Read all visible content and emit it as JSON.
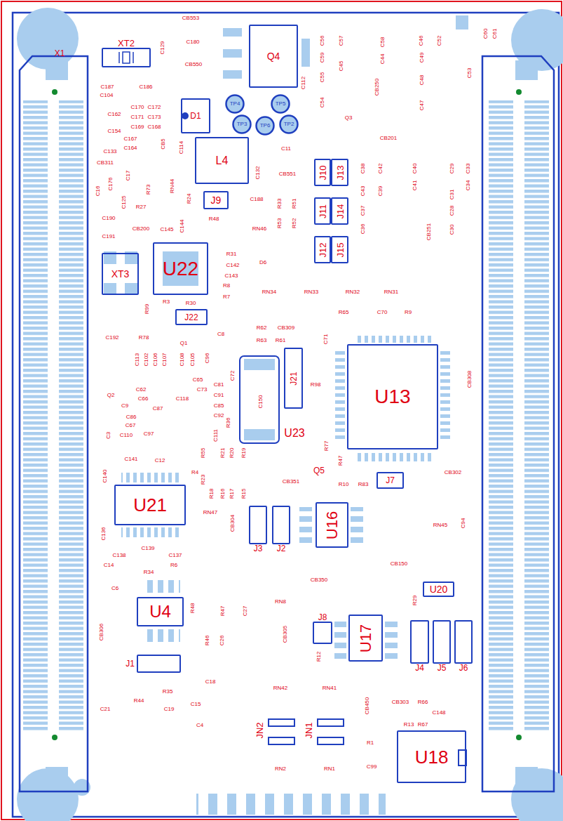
{
  "diagram": {
    "nodes": [
      {
        "text": [
          "XT2"
        ]
      },
      {
        "text": [
          "Q4"
        ]
      },
      {
        "text": [
          "D1"
        ]
      },
      {
        "text": [
          "TP4"
        ]
      },
      {
        "text": [
          "TP5"
        ]
      },
      {
        "text": [
          "TP3"
        ]
      },
      {
        "text": [
          "TP6"
        ]
      },
      {
        "text": [
          "TP2"
        ]
      },
      {
        "text": [
          "L4"
        ]
      },
      {
        "text": [
          "J10"
        ]
      },
      {
        "text": [
          "J13"
        ]
      },
      {
        "text": [
          "J11"
        ]
      },
      {
        "text": [
          "J14"
        ]
      },
      {
        "text": [
          "J12"
        ]
      },
      {
        "text": [
          "J15"
        ]
      },
      {
        "text": [
          "J9"
        ]
      },
      {
        "text": [
          "U22"
        ]
      },
      {
        "text": [
          "XT3"
        ]
      },
      {
        "text": [
          "J22"
        ]
      },
      {
        "text": [
          "U13"
        ]
      },
      {
        "text": [
          "J21"
        ]
      },
      {
        "text": [
          "J7"
        ]
      },
      {
        "text": [
          "U21"
        ]
      },
      {
        "text": [
          "U16"
        ]
      },
      {
        "text": [
          "J3"
        ]
      },
      {
        "text": [
          "J2"
        ]
      },
      {
        "text": [
          "U20"
        ]
      },
      {
        "text": [
          "U4"
        ]
      },
      {
        "text": [
          "J8"
        ]
      },
      {
        "text": [
          "U17"
        ]
      },
      {
        "text": [
          "J4"
        ]
      },
      {
        "text": [
          "J5"
        ]
      },
      {
        "text": [
          "J6"
        ]
      },
      {
        "text": [
          "J1"
        ]
      },
      {
        "text": [
          "U18"
        ]
      }
    ],
    "labels": [
      "X1",
      "CB553",
      "C129",
      "C180",
      "CB550",
      "C187",
      "C186",
      "C104",
      "C56",
      "C57",
      "C58",
      "C46",
      "C52",
      "C60",
      "C61",
      "C59",
      "C45",
      "C44",
      "C49",
      "C55",
      "C53",
      "C48",
      "C112",
      "CB250",
      "C54",
      "C47",
      "C162",
      "C154",
      "C170",
      "C172",
      "C171",
      "C173",
      "C169",
      "C168",
      "C167",
      "C164",
      "CB5",
      "C114",
      "Q3",
      "CB201",
      "C133",
      "CB311",
      "C17",
      "C176",
      "C16",
      "C125",
      "R73",
      "RN44",
      "R24",
      "C132",
      "C11",
      "CB551",
      "C188",
      "C38",
      "C42",
      "C40",
      "C29",
      "C33",
      "C41",
      "C34",
      "C43",
      "C39",
      "C31",
      "C37",
      "C28",
      "C36",
      "C30",
      "CB251",
      "R33",
      "R51",
      "R53",
      "R52",
      "R27",
      "CB200",
      "C190",
      "C191",
      "R48",
      "RN46",
      "C145",
      "C144",
      "R31",
      "C142",
      "C143",
      "R8",
      "R7",
      "D6",
      "RN34",
      "RN33",
      "RN32",
      "RN31",
      "R3",
      "R30",
      "R99",
      "R65",
      "C70",
      "R9",
      "C192",
      "R78",
      "Q1",
      "C8",
      "R62",
      "CB309",
      "R63",
      "R61",
      "C71",
      "C113",
      "C102",
      "C106",
      "C107",
      "C108",
      "C105",
      "C96",
      "C72",
      "C150",
      "R98",
      "CB308",
      "Q2",
      "C62",
      "C66",
      "C65",
      "C81",
      "C73",
      "C118",
      "C91",
      "C85",
      "C92",
      "C9",
      "C86",
      "C67",
      "C87",
      "R36",
      "C110",
      "C97",
      "C111",
      "C3",
      "U23",
      "R77",
      "C141",
      "C12",
      "R55",
      "R21",
      "R20",
      "R19",
      "R47",
      "Q5",
      "R10",
      "R83",
      "CB302",
      "C140",
      "R4",
      "R23",
      "R18",
      "R16",
      "R17",
      "R15",
      "CB351",
      "RN47",
      "CB304",
      "RN45",
      "C94",
      "C136",
      "C138",
      "C139",
      "C137",
      "C14",
      "R34",
      "R6",
      "C6",
      "CB350",
      "CB150",
      "R29",
      "R48",
      "R47",
      "C27",
      "RN8",
      "CB306",
      "R46",
      "C26",
      "CB305",
      "R12",
      "C18",
      "RN42",
      "RN41",
      "R35",
      "CB450",
      "CB303",
      "R66",
      "C148",
      "R13",
      "R67",
      "C21",
      "R44",
      "C19",
      "C15",
      "C4",
      "JN2",
      "JN1",
      "R1",
      "RN2",
      "RN1",
      "C99"
    ]
  }
}
